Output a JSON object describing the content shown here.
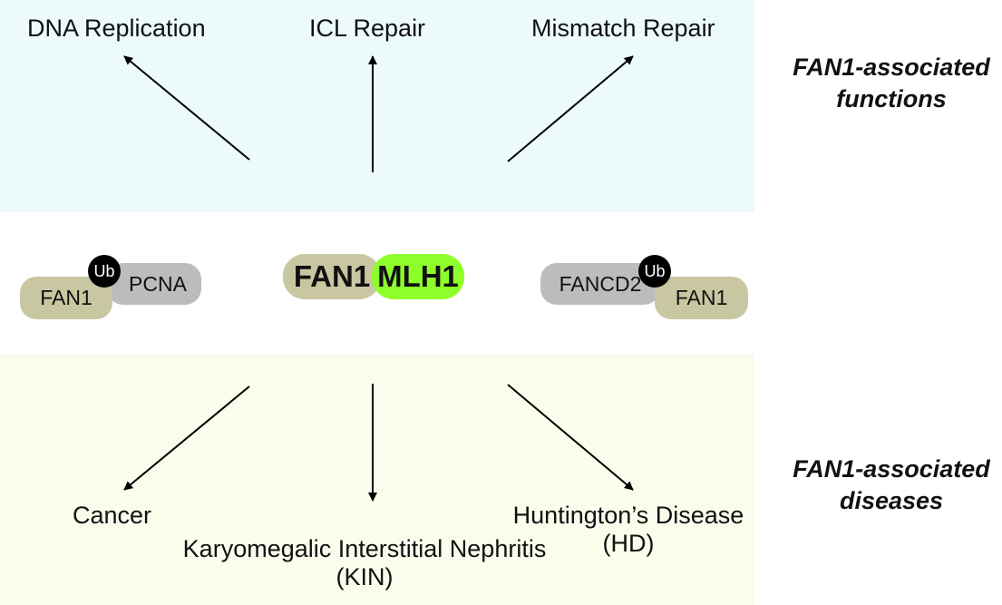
{
  "functions": {
    "heading": "FAN1-associated functions",
    "items": [
      "DNA Replication",
      "ICL Repair",
      "Mismatch Repair"
    ]
  },
  "diseases": {
    "heading": "FAN1-associated diseases",
    "cancer": "Cancer",
    "kin_line1": "Karyomegalic Interstitial Nephritis",
    "kin_line2": "(KIN)",
    "hd_line1": "Huntington’s Disease",
    "hd_line2": "(HD)"
  },
  "complexes": {
    "left": {
      "fan1": "FAN1",
      "partner": "PCNA",
      "ub": "Ub"
    },
    "center": {
      "fan1": "FAN1",
      "partner": "MLH1"
    },
    "right": {
      "partner": "FANCD2",
      "fan1": "FAN1",
      "ub": "Ub"
    }
  },
  "colors": {
    "top_band": "#ecfafc",
    "bottom_band": "#fafcec",
    "fan1": "#c8c7a1",
    "grey_partner": "#bcbcbc",
    "mlh1": "#8dff2a",
    "ubiquitin": "#000000"
  }
}
